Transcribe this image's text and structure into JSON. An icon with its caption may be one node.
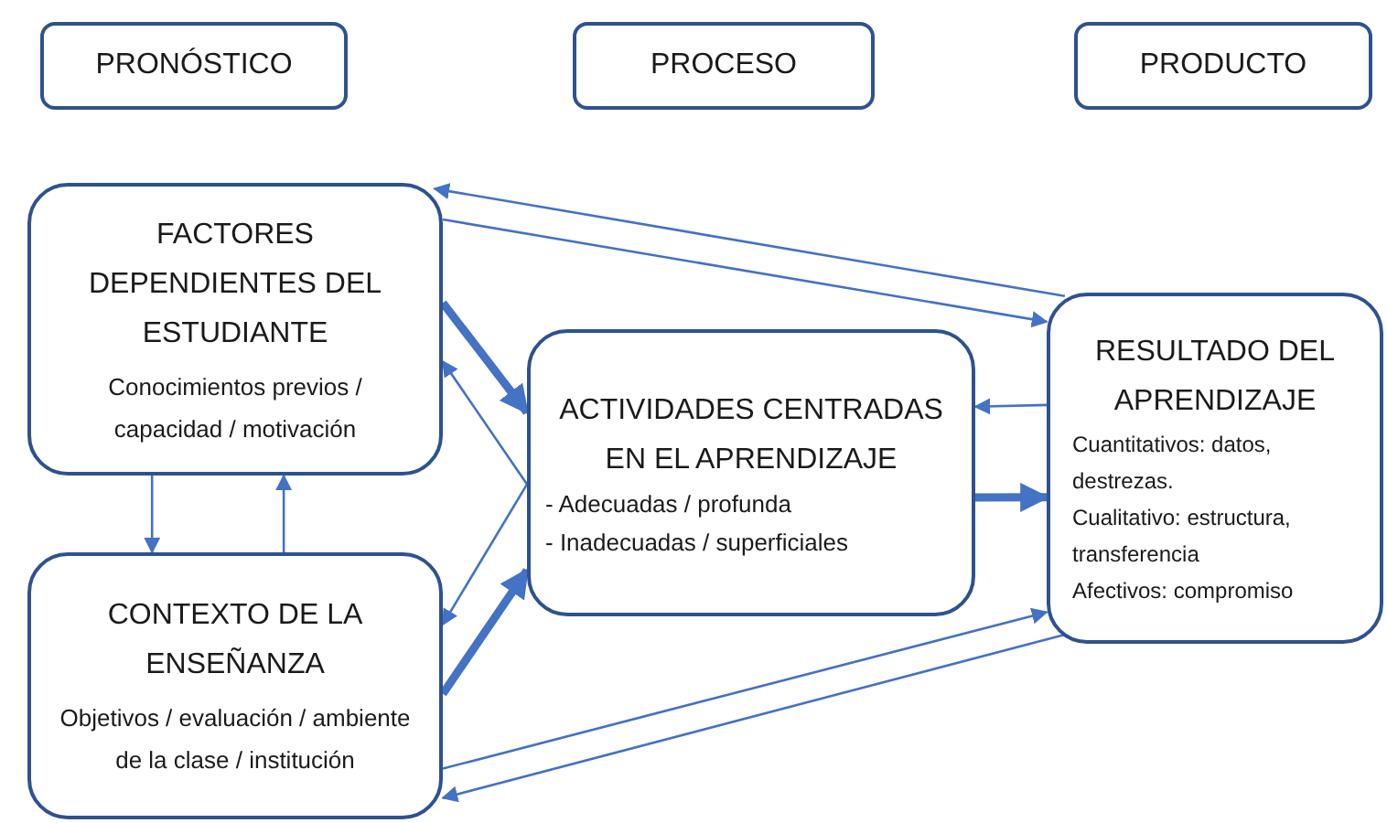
{
  "diagram": {
    "nodes": [
      {
        "text": [
          "PRONÓSTICO"
        ]
      },
      {
        "text": [
          "PROCESO"
        ]
      },
      {
        "text": [
          "PRODUCTO"
        ]
      },
      {
        "text": [
          "FACTORES DEPENDIENTES DEL ESTUDIANTE",
          "Conocimientos previos / capacidad / motivación"
        ]
      },
      {
        "text": [
          "ACTIVIDADES CENTRADAS EN EL APRENDIZAJE",
          "- Adecuadas / profunda",
          "- Inadecuadas / superficiales"
        ]
      },
      {
        "text": [
          "RESULTADO DEL APRENDIZAJE",
          "Cuantitativos: datos, destrezas.",
          "Cualitativo: estructura, transferencia",
          "Afectivos: compromiso"
        ]
      },
      {
        "text": [
          "CONTEXTO DE LA ENSEÑANZA",
          "Objetivos / evaluación / ambiente de la clase / institución"
        ]
      }
    ],
    "edges": [
      {
        "from": 5,
        "to": 3,
        "arrow": "to"
      },
      {
        "from": 3,
        "to": 5,
        "arrow": "to"
      },
      {
        "from": 3,
        "to": 4,
        "arrow": "to",
        "style": "thick"
      },
      {
        "from": 4,
        "to": 3,
        "arrow": "to"
      },
      {
        "from": 4,
        "to": 6,
        "arrow": "to"
      },
      {
        "from": 6,
        "to": 4,
        "arrow": "to",
        "style": "thick"
      },
      {
        "from": 3,
        "to": 6,
        "arrow": "to"
      },
      {
        "from": 6,
        "to": 3,
        "arrow": "to"
      },
      {
        "from": 5,
        "to": 4,
        "arrow": "to"
      },
      {
        "from": 4,
        "to": 5,
        "arrow": "to",
        "style": "thick"
      },
      {
        "from": 6,
        "to": 5,
        "arrow": "to"
      },
      {
        "from": 5,
        "to": 6,
        "arrow": "to"
      }
    ]
  }
}
